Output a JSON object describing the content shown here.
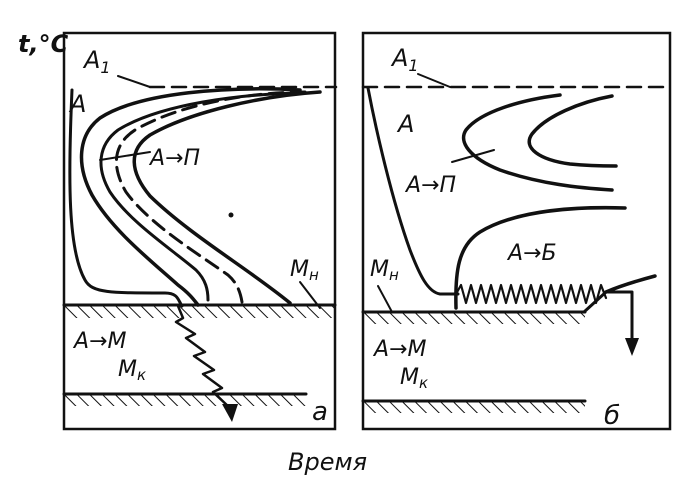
{
  "axis": {
    "y_label": "t,°C",
    "x_label": "Время"
  },
  "panel_a": {
    "letter": "a",
    "labels": {
      "a1": "A",
      "a1_sub": "1",
      "austenite": "A",
      "a_to_p": "A→П",
      "mn": "M",
      "mn_sub": "н",
      "a_to_m": "A→M",
      "mk": "M",
      "mk_sub": "к"
    }
  },
  "panel_b": {
    "letter": "б",
    "labels": {
      "a1": "A",
      "a1_sub": "1",
      "austenite": "A",
      "a_to_p": "A→П",
      "a_to_b": "A→Б",
      "mn": "M",
      "mn_sub": "н",
      "a_to_m": "A→M",
      "mk": "M",
      "mk_sub": "к"
    }
  },
  "colors": {
    "ink": "#111111",
    "background": "#ffffff"
  }
}
